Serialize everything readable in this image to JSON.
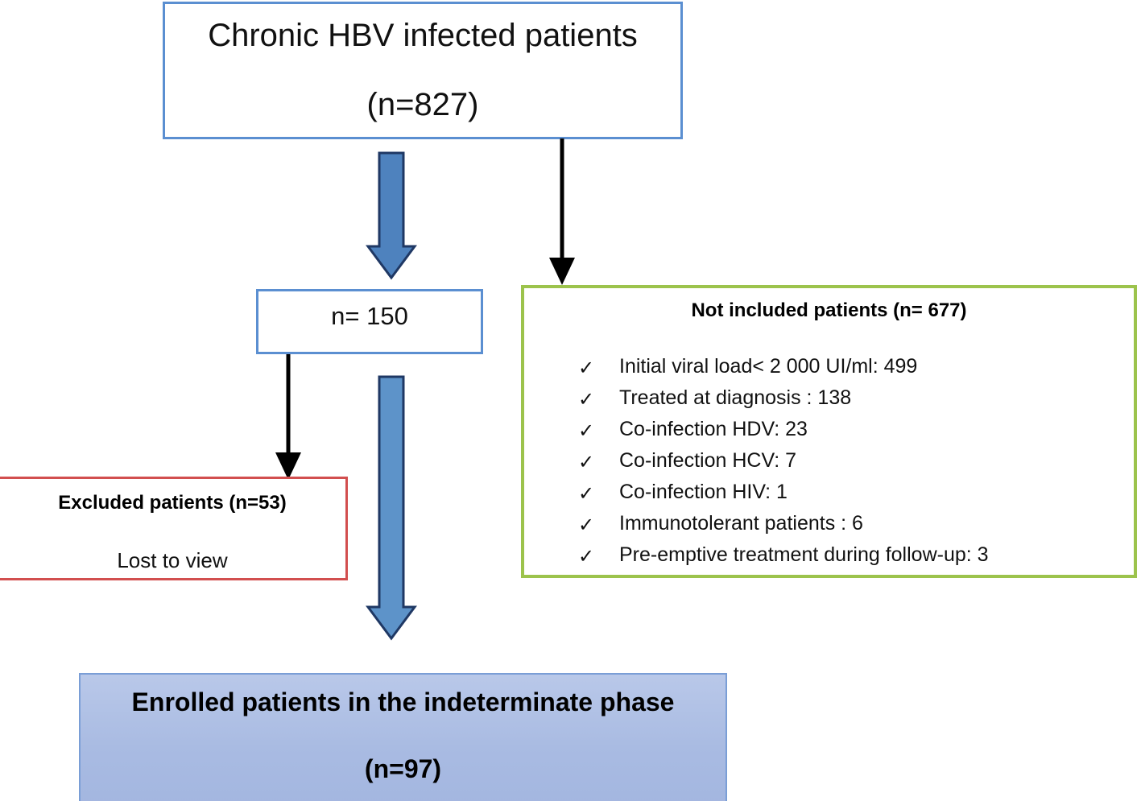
{
  "figure": {
    "type": "flowchart",
    "description": "Patient selection flow diagram for chronic HBV cohort"
  },
  "nodes": {
    "source_cohort": {
      "label": "Chronic HBV infected patients",
      "count_label": "(n=827)",
      "border_color": "#5b8fd1"
    },
    "screened": {
      "label": "n= 150",
      "border_color": "#5b8fd1"
    },
    "not_included": {
      "header": "Not included patients (n= 677)",
      "border_color": "#9cc34c",
      "check_glyph": "✓",
      "reasons": [
        "Initial viral load< 2 000 UI/ml: 499",
        "Treated at diagnosis : 138",
        "Co-infection HDV: 23",
        "Co-infection HCV: 7",
        "Co-infection HIV: 1",
        "Immunotolerant patients : 6",
        "Pre-emptive treatment during follow-up: 3"
      ]
    },
    "excluded": {
      "header": "Excluded patients (n=53)",
      "reason": "Lost to view",
      "border_color": "#d24f4f"
    },
    "enrolled": {
      "label": "Enrolled patients in the indeterminate phase",
      "count_label": "(n=97)",
      "fill_color": "#aebfe3",
      "border_color": "#7a9ed6"
    }
  },
  "connectors": {
    "block_arrow_1": {
      "name": "source-to-screened",
      "fill_color": "#4e82be",
      "stroke_color": "#1f3864"
    },
    "block_arrow_2": {
      "name": "screened-to-enrolled",
      "fill_color": "#5d93c9",
      "stroke_color": "#1f3864"
    },
    "line_arrow_1": {
      "name": "source-to-not-included",
      "stroke_color": "#000000"
    },
    "line_arrow_2": {
      "name": "screened-to-excluded",
      "stroke_color": "#000000"
    }
  }
}
